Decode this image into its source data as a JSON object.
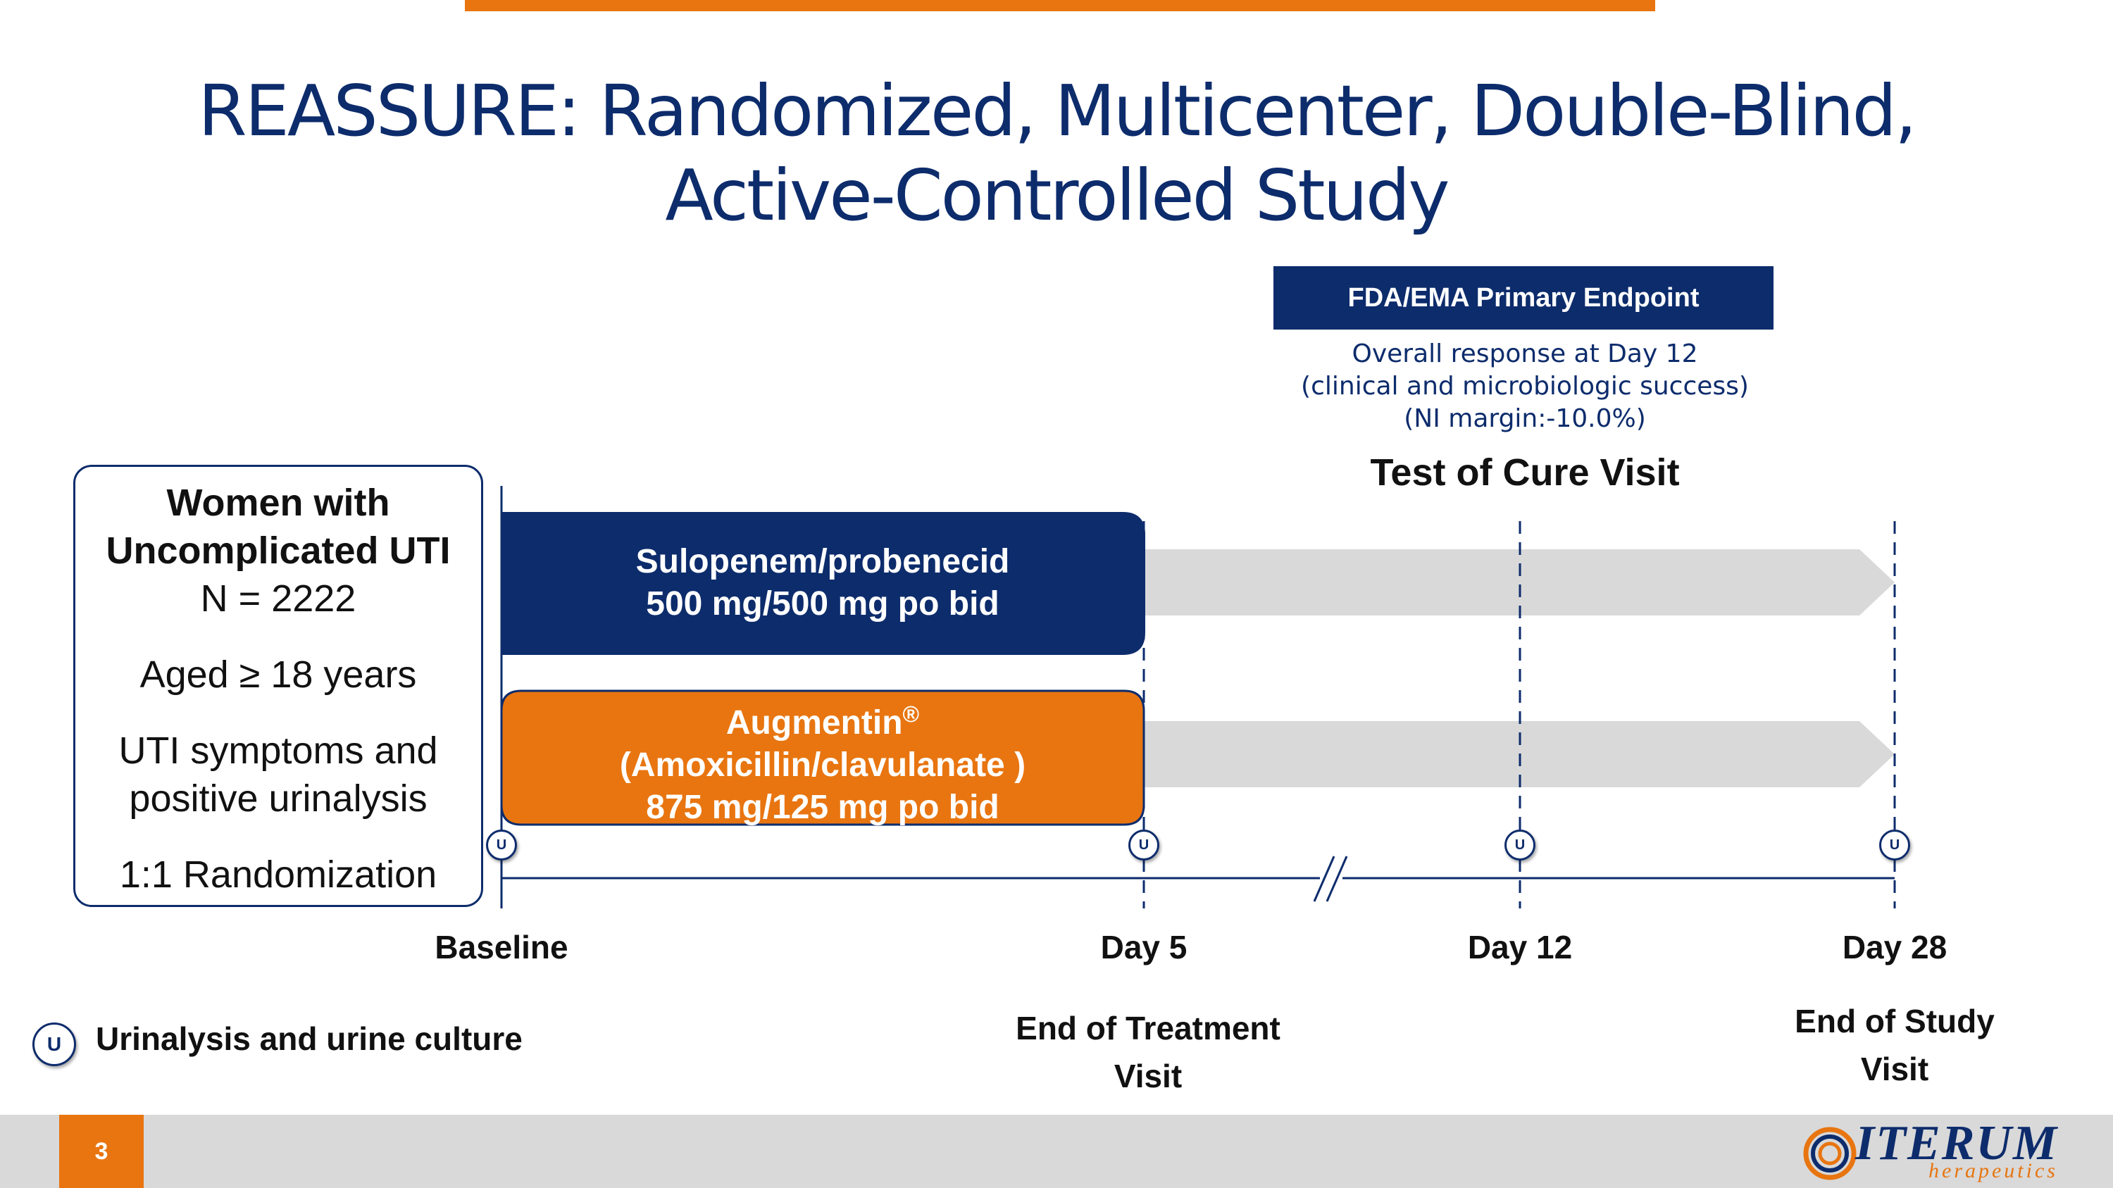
{
  "title": {
    "line1": "REASSURE: Randomized, Multicenter, Double-Blind,",
    "line2": "Active-Controlled Study"
  },
  "endpoint": {
    "box_label": "FDA/EMA Primary Endpoint",
    "line1": "Overall response at Day 12",
    "line2": "(clinical and microbiologic success)",
    "line3": "(NI margin:-10.0%)"
  },
  "test_of_cure_label": "Test of Cure Visit",
  "population": {
    "line1": "Women with",
    "line2": "Uncomplicated UTI",
    "line3": "N = 2222",
    "line4": "Aged ≥ 18 years",
    "line5": "UTI symptoms and",
    "line6": "positive urinalysis",
    "line7": "1:1 Randomization"
  },
  "arms": [
    {
      "line1": "Sulopenem/probenecid",
      "line2": "500 mg/500 mg po bid",
      "color": "#0d2c6c"
    },
    {
      "line1": "Augmentin",
      "superscript": "®",
      "line2": "(Amoxicillin/clavulanate )",
      "line3": "875 mg/125 mg po bid",
      "color": "#e87510"
    }
  ],
  "timeline": {
    "baseline": "Baseline",
    "day5": "Day 5",
    "day12": "Day 12",
    "day28": "Day 28",
    "eot_line1": "End of Treatment",
    "eot_line2": "Visit",
    "eos_line1": "End of Study",
    "eos_line2": "Visit",
    "marker": "U"
  },
  "legend": {
    "marker": "U",
    "label": "Urinalysis and urine culture"
  },
  "footer": {
    "page_number": "3",
    "logo_main": "ITERUM",
    "logo_sub": "herapeutics"
  },
  "colors": {
    "navy": "#0d2c6c",
    "orange": "#e87510",
    "gray_arrow": "#d9d9d9"
  }
}
